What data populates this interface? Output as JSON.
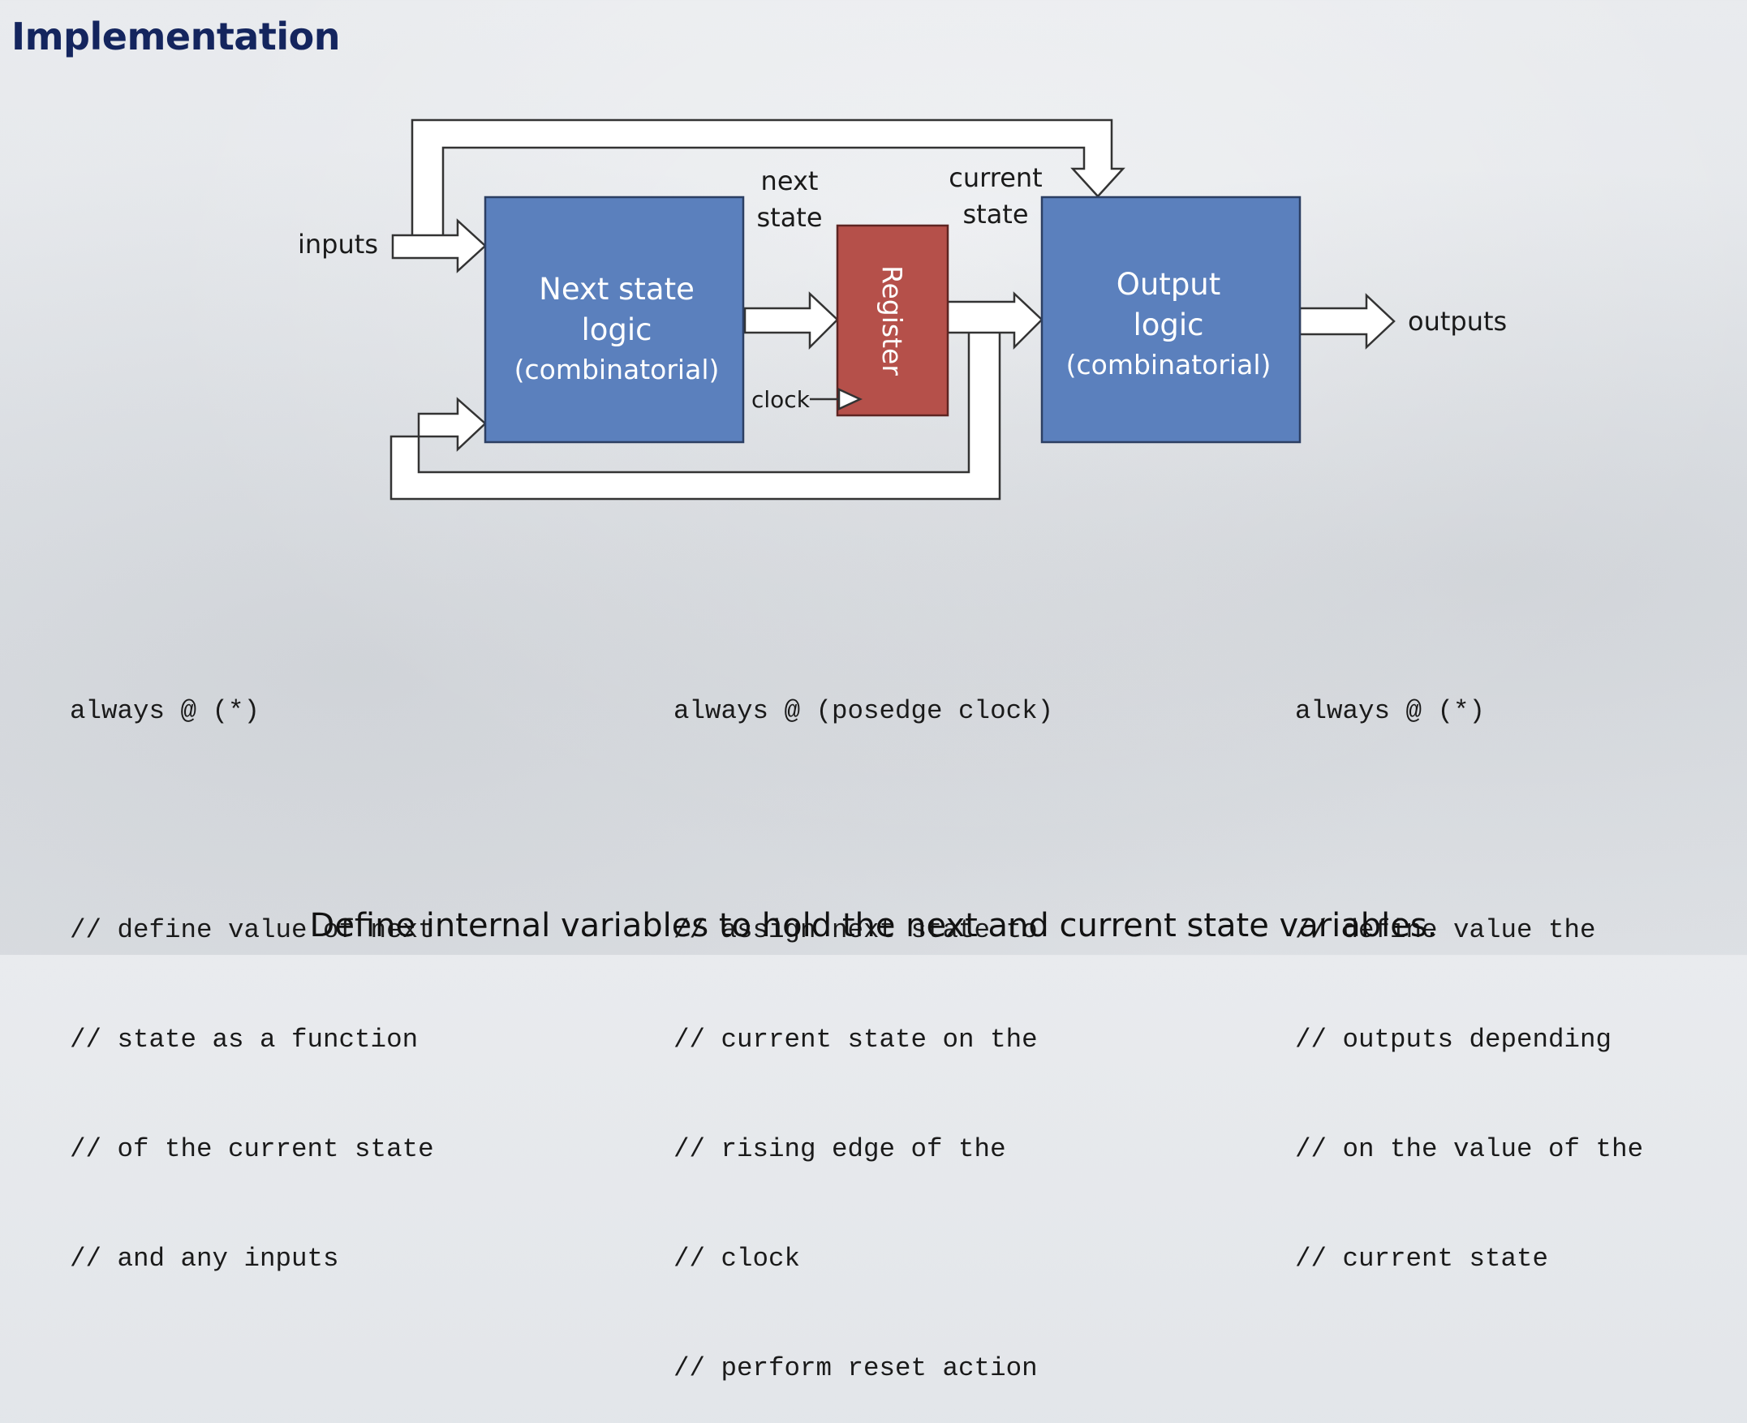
{
  "title": "Implementation",
  "diagram": {
    "next_state_block": {
      "lines": [
        "Next state",
        "logic",
        "(combinatorial)"
      ],
      "fill": "#5b80bd"
    },
    "register_block": {
      "label": "Register",
      "fill": "#b5504a"
    },
    "output_block": {
      "lines": [
        "Output",
        "logic",
        "(combinatorial)"
      ],
      "fill": "#5b80bd"
    },
    "labels": {
      "inputs": "inputs",
      "next_state": [
        "next",
        "state"
      ],
      "current_state": [
        "current",
        "state"
      ],
      "clock": "clock",
      "outputs": "outputs"
    }
  },
  "code_columns": [
    {
      "lines": [
        "always @ (*)",
        "",
        "// define value of next",
        "// state as a function",
        "// of the current state",
        "// and any inputs"
      ]
    },
    {
      "lines": [
        "always @ (posedge clock)",
        "",
        "// assign next state to",
        "// current state on the",
        "// rising edge of the",
        "// clock",
        "// perform reset action"
      ]
    },
    {
      "lines": [
        "always @ (*)",
        "",
        "// define value the",
        "// outputs depending",
        "// on the value of the",
        "// current state"
      ]
    }
  ],
  "footer": "Define internal variables to hold the next and current state variables."
}
